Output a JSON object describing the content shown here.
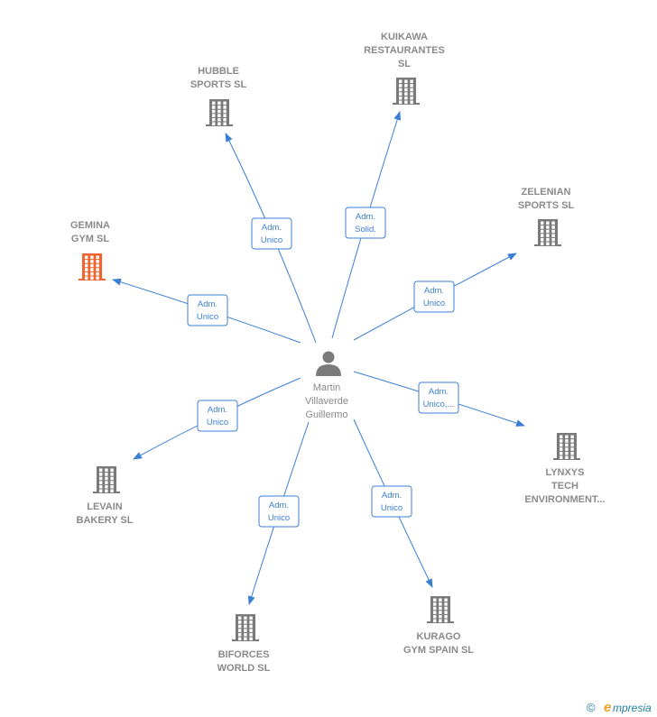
{
  "colors": {
    "edge": "#3b7fd4",
    "company": "#7a7a7a",
    "highlight_company": "#f0642f",
    "person": "#7a7a7a"
  },
  "center": {
    "name_lines": [
      "Martin",
      "Villaverde",
      "Guillermo"
    ],
    "icon": "person-icon"
  },
  "companies": [
    {
      "id": "hubble",
      "lines": [
        "HUBBLE",
        "SPORTS  SL"
      ],
      "icon": "building-icon",
      "highlight": false
    },
    {
      "id": "kuikawa",
      "lines": [
        "KUIKAWA",
        "RESTAURANTES",
        "SL"
      ],
      "icon": "building-icon",
      "highlight": false
    },
    {
      "id": "zelenian",
      "lines": [
        "ZELENIAN",
        "SPORTS  SL"
      ],
      "icon": "building-icon",
      "highlight": false
    },
    {
      "id": "gemina",
      "lines": [
        "GEMINA",
        "GYM  SL"
      ],
      "icon": "building-icon",
      "highlight": true
    },
    {
      "id": "lynxys",
      "lines": [
        "LYNXYS",
        "TECH",
        "ENVIRONMENT..."
      ],
      "icon": "building-icon",
      "highlight": false
    },
    {
      "id": "levain",
      "lines": [
        "LEVAIN",
        "BAKERY  SL"
      ],
      "icon": "building-icon",
      "highlight": false
    },
    {
      "id": "biforces",
      "lines": [
        "BIFORCES",
        "WORLD  SL"
      ],
      "icon": "building-icon",
      "highlight": false
    },
    {
      "id": "kurago",
      "lines": [
        "KURAGO",
        "GYM SPAIN  SL"
      ],
      "icon": "building-icon",
      "highlight": false
    }
  ],
  "edges": [
    {
      "to": "hubble",
      "label_lines": [
        "Adm.",
        "Unico"
      ]
    },
    {
      "to": "kuikawa",
      "label_lines": [
        "Adm.",
        "Solid."
      ]
    },
    {
      "to": "zelenian",
      "label_lines": [
        "Adm.",
        "Unico"
      ]
    },
    {
      "to": "gemina",
      "label_lines": [
        "Adm.",
        "Unico"
      ]
    },
    {
      "to": "lynxys",
      "label_lines": [
        "Adm.",
        "Unico,..."
      ]
    },
    {
      "to": "levain",
      "label_lines": [
        "Adm.",
        "Unico"
      ]
    },
    {
      "to": "biforces",
      "label_lines": [
        "Adm.",
        "Unico"
      ]
    },
    {
      "to": "kurago",
      "label_lines": [
        "Adm.",
        "Unico"
      ]
    }
  ],
  "footer": {
    "copyright_symbol": "©",
    "brand_initial": "e",
    "brand_rest": "mpresia"
  }
}
